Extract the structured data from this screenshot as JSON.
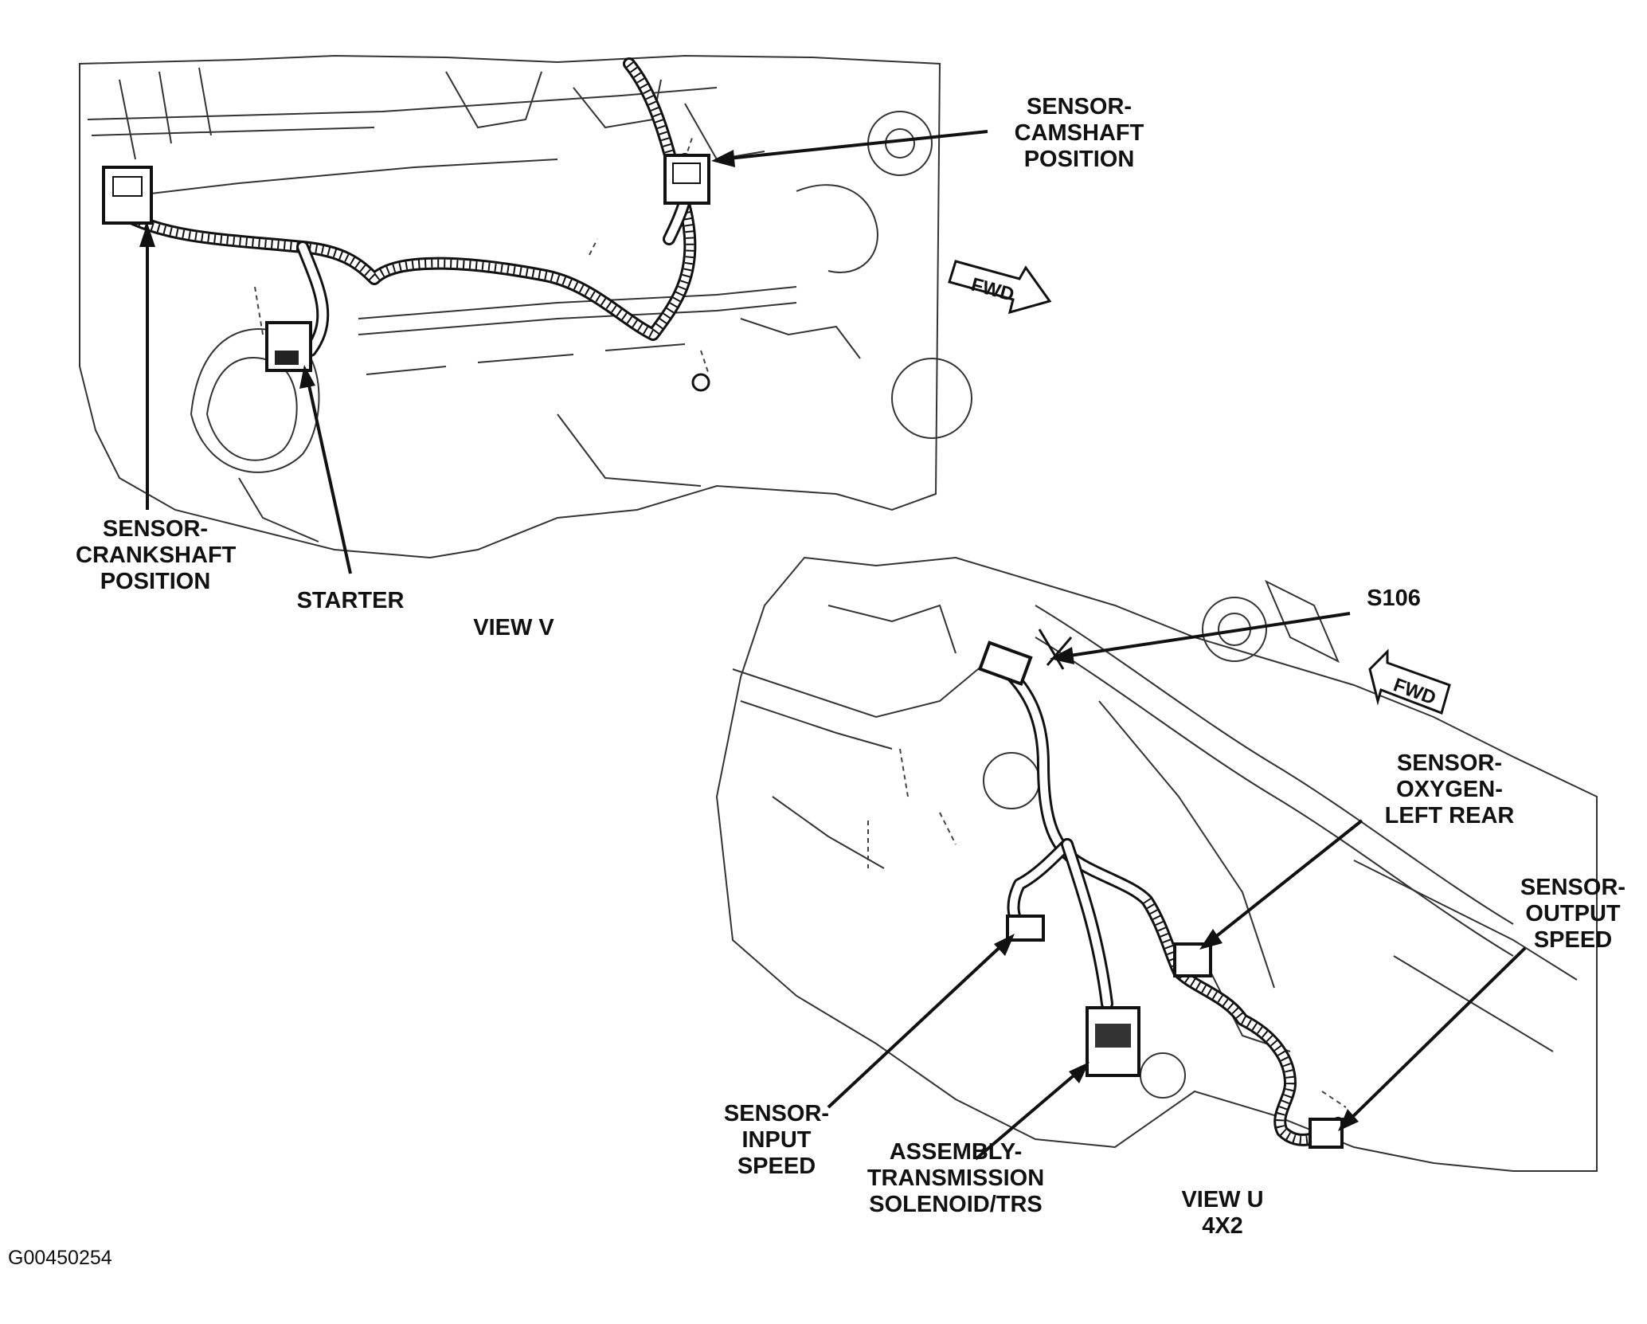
{
  "labels": {
    "cam_sensor": [
      "SENSOR-",
      "CAMSHAFT",
      "POSITION"
    ],
    "crank_sensor": [
      "SENSOR-",
      "CRANKSHAFT",
      "POSITION"
    ],
    "starter": [
      "STARTER"
    ],
    "view_v": [
      "VIEW V"
    ],
    "s106": [
      "S106"
    ],
    "oxygen_sensor": [
      "SENSOR-",
      "OXYGEN-",
      "LEFT REAR"
    ],
    "output_speed_sensor": [
      "SENSOR-",
      "OUTPUT",
      "SPEED"
    ],
    "input_speed_sensor": [
      "SENSOR-",
      "INPUT",
      "SPEED"
    ],
    "solenoid_assembly": [
      "ASSEMBLY-",
      "TRANSMISSION",
      "SOLENOID/TRS"
    ],
    "view_u": [
      "VIEW U",
      "4X2"
    ]
  },
  "fwd_arrows": [
    "FWD",
    "FWD"
  ],
  "figure_code": "G00450254"
}
